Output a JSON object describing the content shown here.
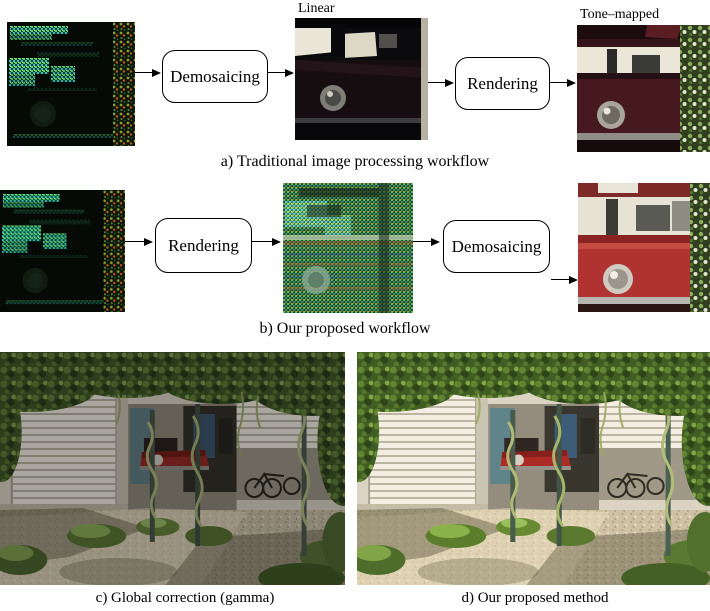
{
  "workflow_a": {
    "step1_label": "Demosaicing",
    "step2_label": "Rendering",
    "image_label_linear": "Linear",
    "image_label_tonemapped": "Tone–mapped",
    "caption": "a) Traditional image processing workflow"
  },
  "workflow_b": {
    "step1_label": "Rendering",
    "step2_label": "Demosaicing",
    "caption": "b) Our proposed workflow"
  },
  "comparison": {
    "left_caption": "c) Global correction (gamma)",
    "right_caption": "d) Our proposed method"
  },
  "images": {
    "raw_a": "raw-mosaiced-sensor-image",
    "linear_a": "linear-demosaiced-image",
    "tonemapped_a": "tone-mapped-rendered-image",
    "raw_b": "raw-mosaiced-sensor-image",
    "rendered_mosaic_b": "rendered-mosaiced-image",
    "output_b": "demosaiced-output-image",
    "photo_c": "gamma-corrected-courtyard-photo",
    "photo_d": "proposed-method-courtyard-photo"
  },
  "colors": {
    "background": "#ffffff",
    "diagram_line": "#000000",
    "box_fill": "#ffffff"
  }
}
